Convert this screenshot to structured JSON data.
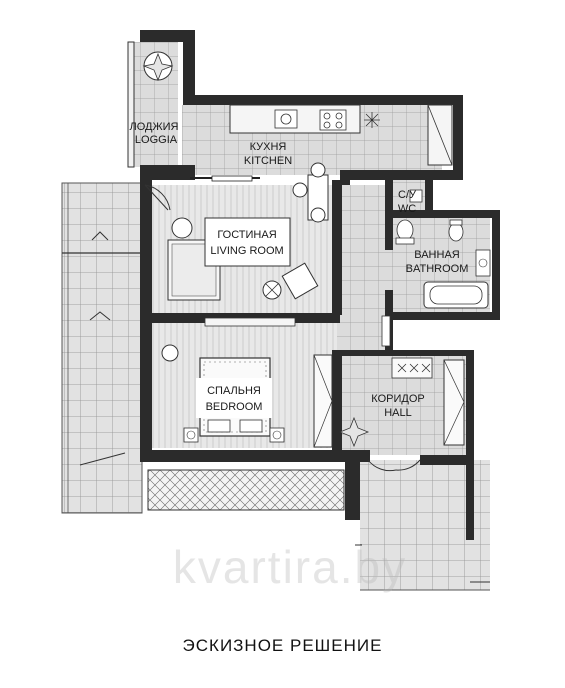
{
  "rooms": {
    "loggia_ru": "ЛОДЖИЯ",
    "loggia_en": "LOGGIA",
    "kitchen_ru": "КУХНЯ",
    "kitchen_en": "KITCHEN",
    "living_ru": "ГОСТИНАЯ",
    "living_en": "LIVING ROOM",
    "wc_ru": "С/У",
    "wc_en": "WC",
    "bath_ru": "ВАННАЯ",
    "bath_en": "BATHROOM",
    "bedroom_ru": "СПАЛЬНЯ",
    "bedroom_en": "BEDROOM",
    "hall_ru": "КОРИДОР",
    "hall_en": "HALL"
  },
  "caption": "ЭСКИЗНОЕ РЕШЕНИЕ",
  "watermark": "kvartira.by",
  "colors": {
    "wall": "#2b2b2b",
    "tile": "#d9d9d9",
    "tile_line": "#9a9a9a",
    "floor_wood": "#e6e6e6",
    "wood_line": "#bdbdbd"
  }
}
